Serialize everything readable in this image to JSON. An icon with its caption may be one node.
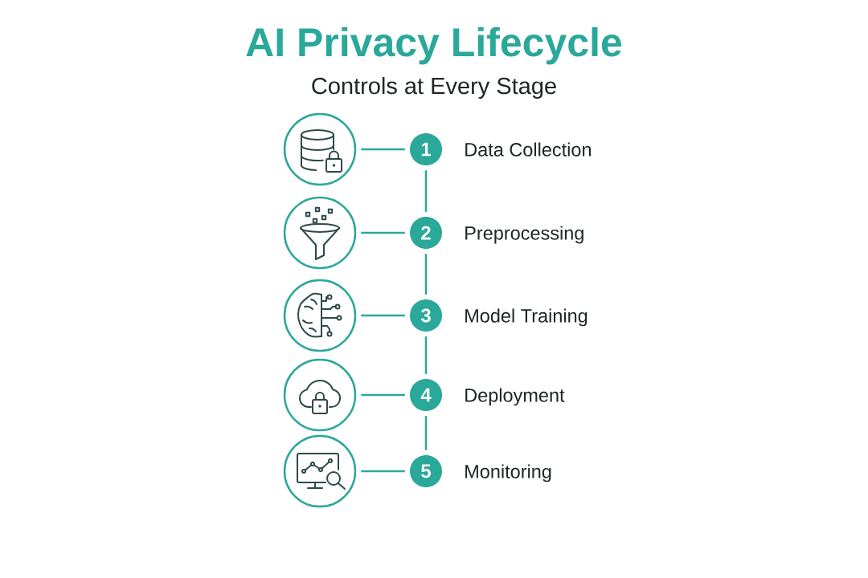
{
  "diagram": {
    "title": "AI Privacy Lifecycle",
    "nodes": [
      {
        "text": [],
        "shape": "circle"
      },
      {
        "text": [
          "1"
        ],
        "beside": [
          "Data Collection"
        ]
      },
      {
        "text": [],
        "shape": "circle"
      },
      {
        "text": [
          "2"
        ],
        "beside": [
          "Preprocessing"
        ]
      },
      {
        "text": [],
        "shape": "circle"
      },
      {
        "text": [
          "3"
        ],
        "beside": [
          "Model Training"
        ]
      },
      {
        "text": [],
        "shape": "circle"
      },
      {
        "text": [
          "4"
        ],
        "beside": [
          "Deployment"
        ]
      },
      {
        "text": [],
        "shape": "circle"
      },
      {
        "text": [
          "5"
        ],
        "beside": [
          "Monitoring"
        ]
      }
    ],
    "edges": [
      {
        "from": 0,
        "to": 1,
        "arrow": "none"
      },
      {
        "from": 1,
        "to": 3,
        "arrow": "none"
      },
      {
        "from": 2,
        "to": 3,
        "arrow": "none"
      },
      {
        "from": 3,
        "to": 5,
        "arrow": "none"
      },
      {
        "from": 4,
        "to": 5,
        "arrow": "none"
      },
      {
        "from": 5,
        "to": 7,
        "arrow": "none"
      },
      {
        "from": 6,
        "to": 7,
        "arrow": "none"
      },
      {
        "from": 7,
        "to": 9,
        "arrow": "none"
      },
      {
        "from": 8,
        "to": 9,
        "arrow": "none"
      }
    ],
    "labels": [
      "Controls at Every Stage"
    ]
  }
}
